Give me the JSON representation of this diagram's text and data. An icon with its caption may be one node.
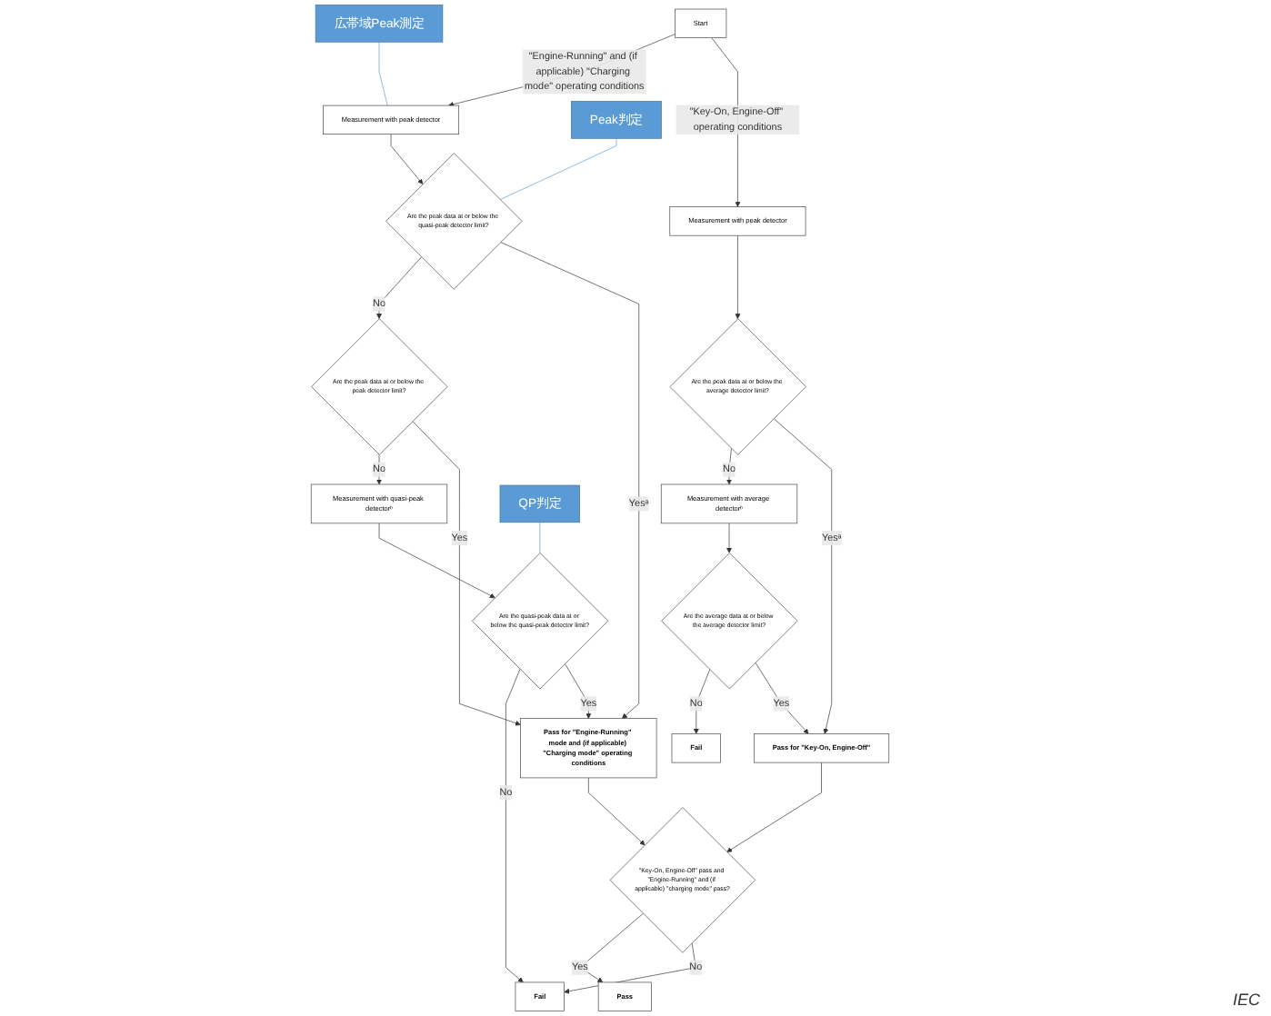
{
  "diagram": {
    "nodes": [
      {
        "text": [
          "Start"
        ]
      },
      {
        "text": [
          "Measurement with peak detector"
        ]
      },
      {
        "text": [
          "Are the peak data at or below the average detector limit?"
        ]
      },
      {
        "text": [
          "Measurement with average detectorᵇ"
        ]
      },
      {
        "text": [
          "Are the average data at or below the average detector limit?"
        ]
      },
      {
        "text": [
          "Fail"
        ]
      },
      {
        "text": [
          "Pass for \"Key-On, Engine-Off\""
        ]
      },
      {
        "text": [
          "Measurement with peak detector"
        ]
      },
      {
        "text": [
          "Are the peak data at or below the quasi-peak detector limit?"
        ]
      },
      {
        "text": [
          "Are the peak data at or below the peak detector limit?"
        ]
      },
      {
        "text": [
          "Measurement with quasi-peak detectorᵇ"
        ]
      },
      {
        "text": [
          "Are the quasi-peak data at or below the quasi-peak detector limit?"
        ]
      },
      {
        "text": [
          "Pass for \"Engine-Running\" mode and (if applicable) \"Charging mode\" operating conditions"
        ]
      },
      {
        "text": [
          "\"Key-On, Engine-Off\" pass and \"Engine-Running\" and (if applicable) \"charging mode\" pass?"
        ]
      },
      {
        "text": [
          "Pass"
        ]
      },
      {
        "text": [
          "Fail"
        ]
      },
      {
        "text": [
          "広帯域Peak測定"
        ]
      },
      {
        "text": [
          "Peak判定"
        ]
      },
      {
        "text": [
          "QP判定"
        ]
      }
    ],
    "edges": [
      {
        "from": 0,
        "to": 1,
        "arrow": "to",
        "label": "\"Key-On, Engine-Off\" operating conditions"
      },
      {
        "from": 0,
        "to": 7,
        "arrow": "to",
        "label": "\"Engine-Running\" and (if applicable) \"Charging mode\" operating conditions"
      },
      {
        "from": 1,
        "to": 2,
        "arrow": "to"
      },
      {
        "from": 2,
        "to": 6,
        "arrow": "to",
        "label": "Yesᵃ"
      },
      {
        "from": 2,
        "to": 3,
        "arrow": "to",
        "label": "No"
      },
      {
        "from": 3,
        "to": 4,
        "arrow": "to"
      },
      {
        "from": 4,
        "to": 6,
        "arrow": "to",
        "label": "Yes"
      },
      {
        "from": 4,
        "to": 5,
        "arrow": "to",
        "label": "No"
      },
      {
        "from": 7,
        "to": 8,
        "arrow": "to"
      },
      {
        "from": 8,
        "to": 12,
        "arrow": "to",
        "label": "Yesᵃ"
      },
      {
        "from": 8,
        "to": 9,
        "arrow": "to",
        "label": "No"
      },
      {
        "from": 9,
        "to": 12,
        "arrow": "to",
        "label": "Yes"
      },
      {
        "from": 9,
        "to": 10,
        "arrow": "to",
        "label": "No"
      },
      {
        "from": 10,
        "to": 11,
        "arrow": "to"
      },
      {
        "from": 11,
        "to": 12,
        "arrow": "to",
        "label": "Yes"
      },
      {
        "from": 11,
        "to": 15,
        "arrow": "to",
        "label": "No"
      },
      {
        "from": 6,
        "to": 13,
        "arrow": "to"
      },
      {
        "from": 12,
        "to": 13,
        "arrow": "to"
      },
      {
        "from": 13,
        "to": 15,
        "arrow": "to",
        "label": "No"
      },
      {
        "from": 13,
        "to": 14,
        "arrow": "to",
        "label": "Yes"
      },
      {
        "from": 16,
        "to": 7,
        "arrow": "none",
        "color": "#5b9bd5"
      },
      {
        "from": 17,
        "to": 8,
        "arrow": "none",
        "color": "#5b9bd5"
      },
      {
        "from": 18,
        "to": 11,
        "arrow": "none",
        "color": "#5b9bd5"
      }
    ],
    "labels": [
      "IEC"
    ]
  }
}
